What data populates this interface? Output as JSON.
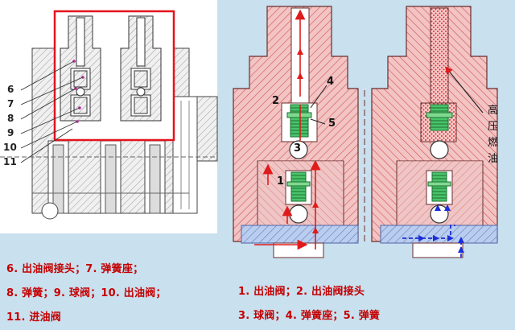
{
  "left_view": {
    "callouts": [
      "6",
      "7",
      "8",
      "9",
      "10",
      "11"
    ]
  },
  "right_view": {
    "callouts": [
      "1",
      "2",
      "3",
      "4",
      "5"
    ],
    "high_pressure_label": [
      "高",
      "压",
      "燃",
      "油"
    ]
  },
  "captions": {
    "left": [
      "6. 出油阀接头；7. 弹簧座；",
      "8. 弹簧；9. 球阀；10. 出油阀；",
      "11. 进油阀"
    ],
    "right": [
      "1. 出油阀；2. 出油阀接头",
      "3. 球阀；4. 弹簧座；5. 弹簧"
    ]
  },
  "colors": {
    "background": "#c9e0ef",
    "body_fill": "#f2c2c2",
    "hatch": "#d44848",
    "valve_green": "#49c46a",
    "flow_red": "#e01b1b",
    "flow_blue": "#1b2ed8",
    "block_blue": "#a9c0e8",
    "highlight_frame": "#e3141d",
    "caption_text": "#c40000"
  }
}
